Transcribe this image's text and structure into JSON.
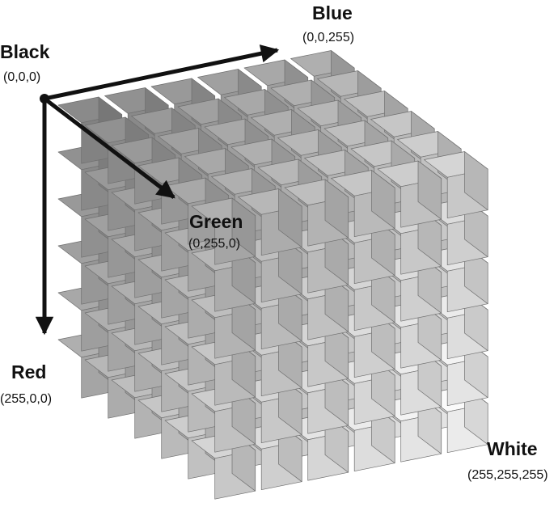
{
  "corners": {
    "black": {
      "name": "Black",
      "value": "(0,0,0)"
    },
    "blue": {
      "name": "Blue",
      "value": "(0,0,255)"
    },
    "green": {
      "name": "Green",
      "value": "(0,255,0)"
    },
    "red": {
      "name": "Red",
      "value": "(255,0,0)"
    },
    "white": {
      "name": "White",
      "value": "(255,255,255)"
    }
  },
  "cube": {
    "divisions": 6
  },
  "colors": {
    "darkest_cube": "#8a8a8a",
    "lightest_cube": "#fafafa",
    "edge": "#6f6f6f",
    "arrow": "#111111"
  }
}
